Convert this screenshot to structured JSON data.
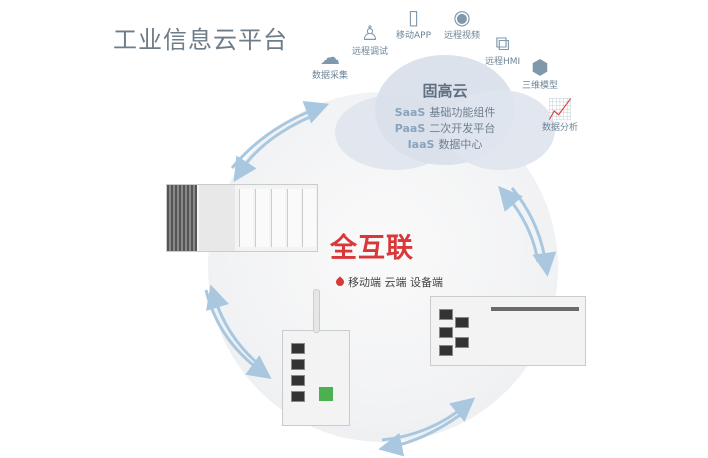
{
  "title": "工业信息云平台",
  "cloud": {
    "name": "固高云",
    "rows": [
      {
        "tag": "SaaS",
        "text": "基础功能组件"
      },
      {
        "tag": "PaaS",
        "text": "二次开发平台"
      },
      {
        "tag": "IaaS",
        "text": "数据中心"
      }
    ]
  },
  "services": [
    {
      "label": "数据采集",
      "icon": "cloud-download-icon"
    },
    {
      "label": "远程调试",
      "icon": "worker-icon"
    },
    {
      "label": "移动APP",
      "icon": "mobile-icon"
    },
    {
      "label": "远程视频",
      "icon": "webcam-icon"
    },
    {
      "label": "远程HMI",
      "icon": "hmi-icon"
    },
    {
      "label": "三维模型",
      "icon": "cube-icon"
    },
    {
      "label": "数据分析",
      "icon": "chart-board-icon"
    }
  ],
  "center": {
    "brand": "全互联",
    "subtitle": "移动端 云端 设备端"
  },
  "colors": {
    "accent": "#d8383a",
    "arrow": "#a9c8e0",
    "text": "#6e7d8a"
  }
}
